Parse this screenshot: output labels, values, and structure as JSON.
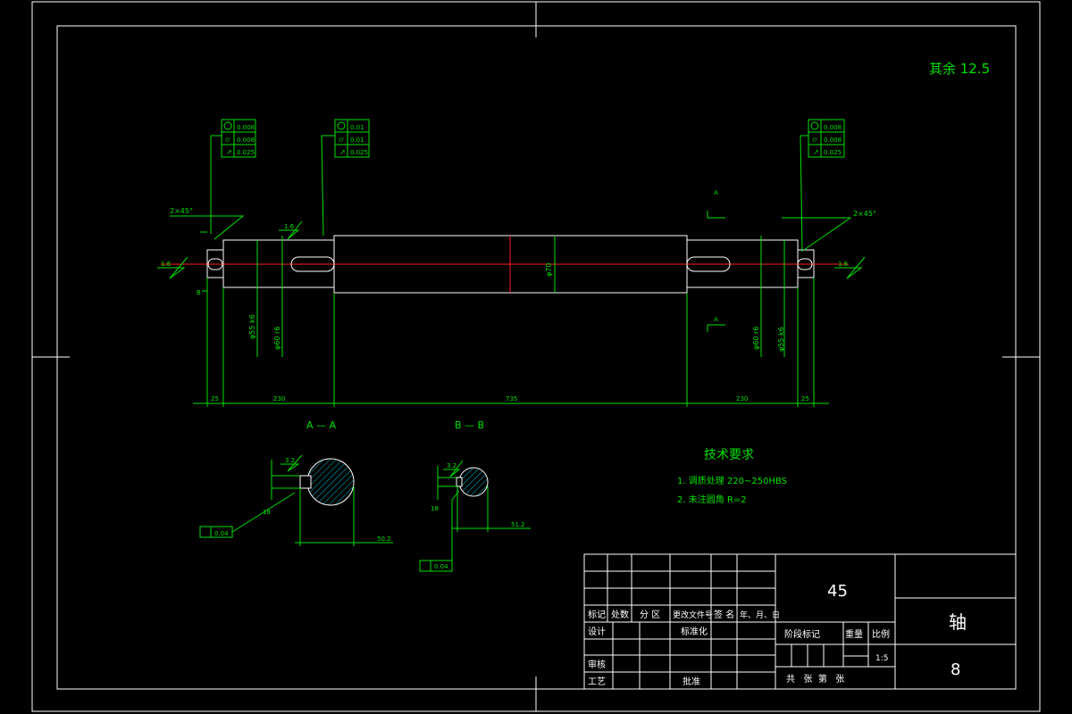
{
  "drawing": {
    "roughness_note": "其余 12.5",
    "section_labels": {
      "aa": "A — A",
      "bb": "B — B"
    },
    "view_marks": {
      "top": "A",
      "bottom": "A"
    },
    "chamfer_left": "2×45°",
    "chamfer_right": "2×45°",
    "roughness_values": [
      "1.6",
      "1.6",
      "1.6",
      "3.2",
      "3.2"
    ],
    "datum_left": "B",
    "tolerance_frames": {
      "left": [
        "0.008",
        "0.008",
        "0.025"
      ],
      "mid": [
        "0.01",
        "0.01",
        "0.025"
      ],
      "right": [
        "0.008",
        "0.008",
        "0.025"
      ]
    },
    "diameters": {
      "mid": "φ70",
      "left_a": "φ55 k6",
      "left_b": "φ60 r6",
      "right_a": "φ60 r6",
      "right_b": "φ55 k6"
    },
    "lengths": [
      "25",
      "230",
      "735",
      "230",
      "25"
    ],
    "section_dims": {
      "aa_keyway": "50.2",
      "aa_width": "18",
      "aa_sym": "0.04",
      "bb_keyway": "51.2",
      "bb_width": "18",
      "bb_sym": "0.04"
    }
  },
  "tech_requirements": {
    "title": "技术要求",
    "items": [
      "1. 调质处理 220~250HBS",
      "2. 未注圆角 R=2"
    ]
  },
  "title_block": {
    "material": "45",
    "part_name": "轴",
    "drawing_no": "8",
    "scale": "1:5",
    "headers": [
      "标记",
      "处数",
      "分 区",
      "更改文件号",
      "签 名",
      "年、月、日"
    ],
    "design": "设计",
    "standardize": "标准化",
    "review": "审核",
    "process": "工艺",
    "approve": "批准",
    "stage": "阶段标记",
    "weight": "重量",
    "ratio": "比例",
    "sheets": "共   张  第   张"
  }
}
